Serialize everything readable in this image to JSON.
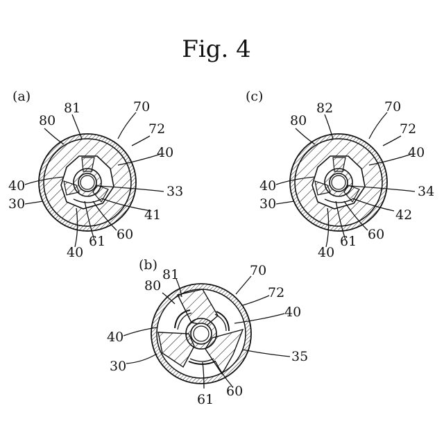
{
  "title": "Fig. 4",
  "panels": {
    "a": {
      "tag": "(a)",
      "labels": {
        "l80": "80",
        "l81": "81",
        "l70": "70",
        "l72": "72",
        "l40r": "40",
        "l40l": "40",
        "l33": "33",
        "l30": "30",
        "l41": "41",
        "l60": "60",
        "l61": "61",
        "l40b": "40"
      }
    },
    "b": {
      "tag": "(b)",
      "labels": {
        "l80": "80",
        "l81": "81",
        "l70": "70",
        "l72": "72",
        "l40r": "40",
        "l40l": "40",
        "l30": "30",
        "l35": "35",
        "l61": "61",
        "l60": "60"
      }
    },
    "c": {
      "tag": "(c)",
      "labels": {
        "l80": "80",
        "l82": "82",
        "l70": "70",
        "l72": "72",
        "l40r": "40",
        "l40l": "40",
        "l34": "34",
        "l30": "30",
        "l42": "42",
        "l60": "60",
        "l61": "61",
        "l40b": "40"
      }
    }
  }
}
